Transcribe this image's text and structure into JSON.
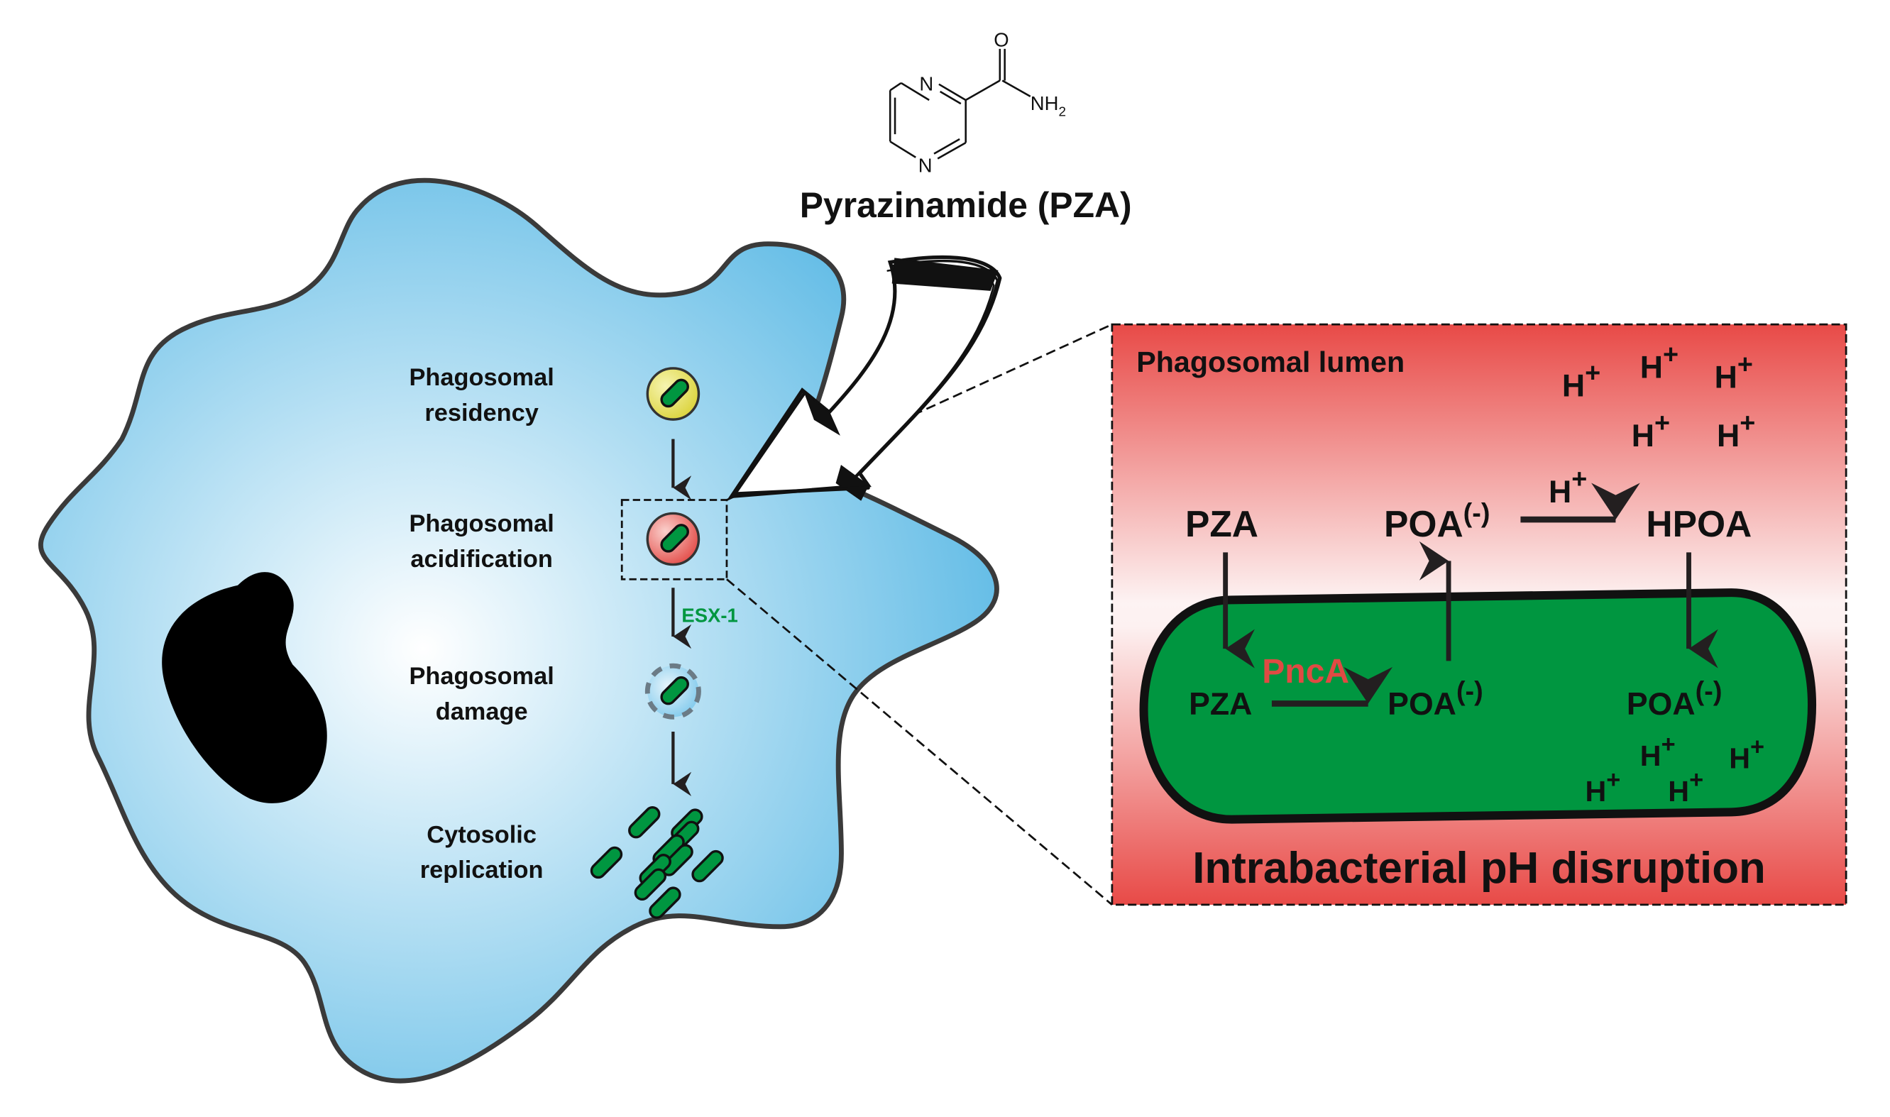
{
  "drug": {
    "name": "Pyrazinamide (PZA)",
    "structure_atoms": {
      "ring_n_top": "N",
      "ring_n_bottom": "N",
      "carbonyl_o": "O",
      "amide": "NH",
      "amide_subscript": "2"
    }
  },
  "macrophage": {
    "stages": [
      {
        "line1": "Phagosomal",
        "line2": "residency",
        "icon": "yellow-phagosome-icon"
      },
      {
        "line1": "Phagosomal",
        "line2": "acidification",
        "icon": "red-phagosome-icon"
      },
      {
        "line1": "Phagosomal",
        "line2": "damage",
        "icon": "damaged-phagosome-icon"
      },
      {
        "line1": "Cytosolic",
        "line2": "replication",
        "icon": "bacteria-cluster-icon"
      }
    ],
    "arrow_label": "ESX-1"
  },
  "panel": {
    "lumen_label": "Phagosomal lumen",
    "proton": "H",
    "proton_charge": "+",
    "lumen": {
      "pza": "PZA",
      "poa": "POA",
      "poa_charge": "(-)",
      "hpoa": "HPOA"
    },
    "bacterium": {
      "pza": "PZA",
      "enzyme": "PncA",
      "poa_left": "POA",
      "poa_right": "POA",
      "charge": "(-)"
    },
    "title": "Intrabacterial pH disruption"
  },
  "colors": {
    "cell_fill_outer": "#62bce6",
    "cell_fill_inner": "#ffffff",
    "cell_outline": "#3a3a3a",
    "bacterium_green": "#009640",
    "panel_red": "#e84a47",
    "enzyme_red": "#e04a43",
    "esx_green": "#009640",
    "phagosome_yellow": "#e6e05a",
    "phagosome_red": "#e4504c"
  }
}
